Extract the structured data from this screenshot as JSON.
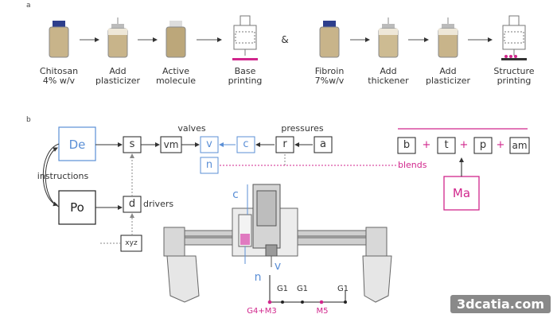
{
  "panel_a": {
    "label": "a",
    "steps": [
      {
        "text": "Chitosan\n4% w/v"
      },
      {
        "text": "Add\nplasticizer"
      },
      {
        "text": "Active\nmolecule"
      },
      {
        "text": "Base\nprinting"
      },
      {
        "text": "Fibroin\n7%w/v"
      },
      {
        "text": "Add\nthickener"
      },
      {
        "text": "Add\nplasticizer"
      },
      {
        "text": "Structure\nprinting"
      }
    ],
    "separator": "&"
  },
  "panel_b": {
    "label": "b",
    "boxes": {
      "de": "De",
      "po": "Po",
      "s": "s",
      "d": "d",
      "vm": "vm",
      "v": "v",
      "c": "c",
      "r": "r",
      "a": "a",
      "n": "n",
      "xyz": "xyz",
      "b": "b",
      "t": "t",
      "p": "p",
      "am": "am",
      "ma": "Ma"
    },
    "labels": {
      "instructions": "instructions",
      "valves": "valves",
      "pressures": "pressures",
      "drivers": "drivers",
      "blends": "blends",
      "c_nozzle": "c",
      "n_nozzle": "n",
      "v_nozzle": "v"
    },
    "plus": "+",
    "gcode": {
      "g1a": "G1",
      "g1b": "G1",
      "g1c": "G1",
      "g4m3": "G4+M3",
      "m5": "M5"
    }
  },
  "watermark": "3dcatia.com",
  "colors": {
    "blue": "#5b8fd6",
    "magenta": "#d1268c",
    "dark": "#222222",
    "bottle_liquid": "#c8b48a",
    "bottle_cap": "#2d3e8c"
  }
}
